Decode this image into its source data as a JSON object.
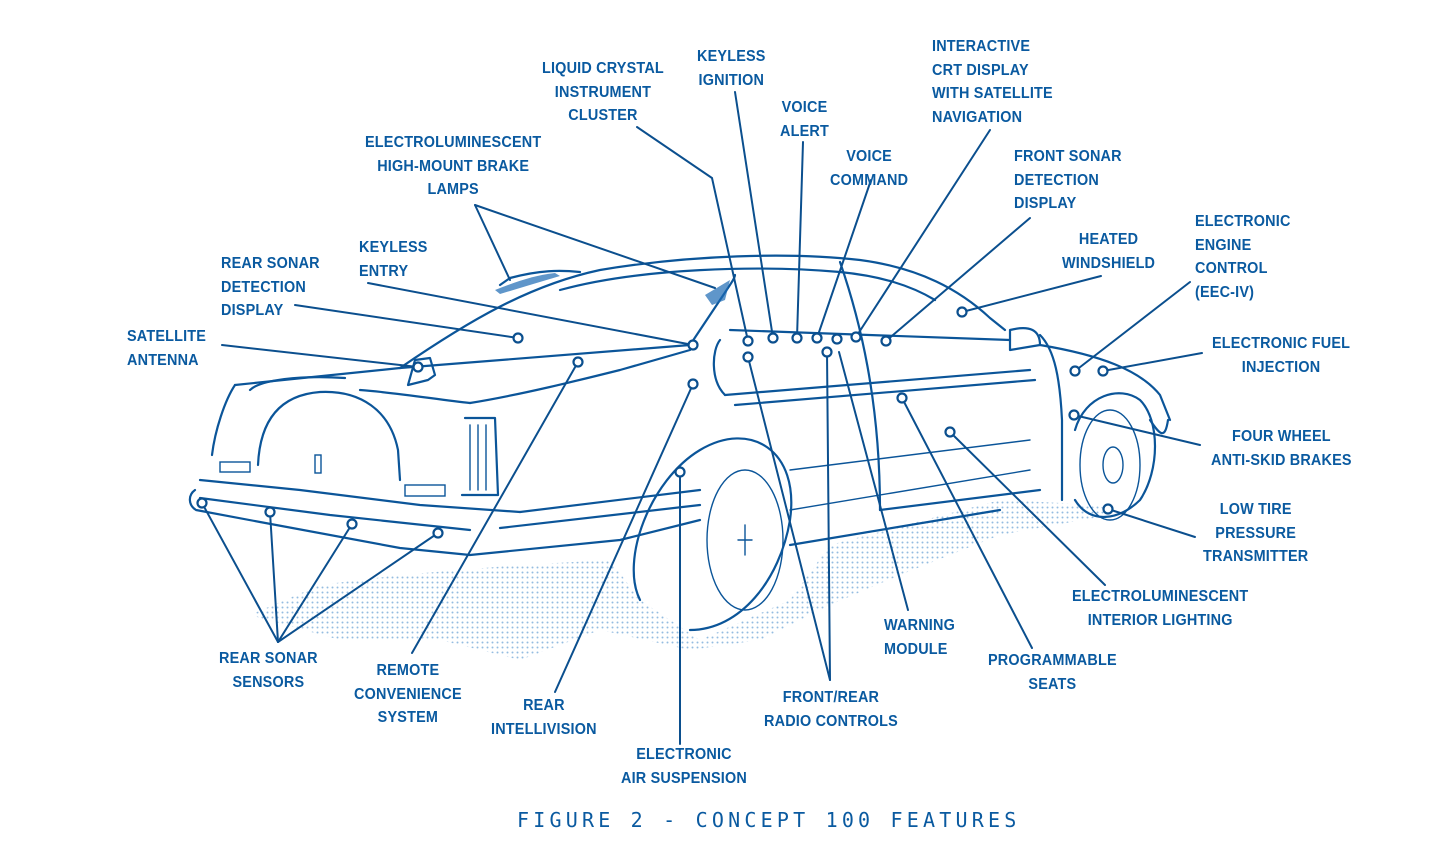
{
  "figure": {
    "caption": "FIGURE 2 - CONCEPT 100 FEATURES",
    "colors": {
      "ink": "#0a5aa0",
      "background": "#ffffff"
    },
    "labels": [
      {
        "id": "liquid-crystal-instrument-cluster",
        "text": "LIQUID CRYSTAL\nINSTRUMENT\nCLUSTER"
      },
      {
        "id": "keyless-ignition",
        "text": "KEYLESS\nIGNITION"
      },
      {
        "id": "voice-alert",
        "text": "VOICE\nALERT"
      },
      {
        "id": "interactive-crt-display",
        "text": "INTERACTIVE\nCRT DISPLAY\nWITH SATELLITE\nNAVIGATION"
      },
      {
        "id": "voice-command",
        "text": "VOICE\nCOMMAND"
      },
      {
        "id": "front-sonar-detection-display",
        "text": "FRONT SONAR\nDETECTION\nDISPLAY"
      },
      {
        "id": "electroluminescent-high-mount-brake-lamps",
        "text": "ELECTROLUMINESCENT\nHIGH-MOUNT BRAKE\nLAMPS"
      },
      {
        "id": "heated-windshield",
        "text": "HEATED\nWINDSHIELD"
      },
      {
        "id": "electronic-engine-control",
        "text": "ELECTRONIC\nENGINE\nCONTROL\n(EEC-IV)"
      },
      {
        "id": "keyless-entry",
        "text": "KEYLESS\nENTRY"
      },
      {
        "id": "rear-sonar-detection-display",
        "text": "REAR SONAR\nDETECTION\nDISPLAY"
      },
      {
        "id": "satellite-antenna",
        "text": "SATELLITE\nANTENNA"
      },
      {
        "id": "electronic-fuel-injection",
        "text": "ELECTRONIC FUEL\nINJECTION"
      },
      {
        "id": "four-wheel-anti-skid-brakes",
        "text": "FOUR WHEEL\nANTI-SKID BRAKES"
      },
      {
        "id": "low-tire-pressure-transmitter",
        "text": "LOW TIRE\nPRESSURE\nTRANSMITTER"
      },
      {
        "id": "electroluminescent-interior-lighting",
        "text": "ELECTROLUMINESCENT\nINTERIOR LIGHTING"
      },
      {
        "id": "rear-sonar-sensors",
        "text": "REAR SONAR\nSENSORS"
      },
      {
        "id": "remote-convenience-system",
        "text": "REMOTE\nCONVENIENCE\nSYSTEM"
      },
      {
        "id": "rear-intellivision",
        "text": "REAR\nINTELLIVISION"
      },
      {
        "id": "warning-module",
        "text": "WARNING\nMODULE"
      },
      {
        "id": "programmable-seats",
        "text": "PROGRAMMABLE\nSEATS"
      },
      {
        "id": "front-rear-radio-controls",
        "text": "FRONT/REAR\nRADIO CONTROLS"
      },
      {
        "id": "electronic-air-suspension",
        "text": "ELECTRONIC\nAIR SUSPENSION"
      }
    ]
  }
}
